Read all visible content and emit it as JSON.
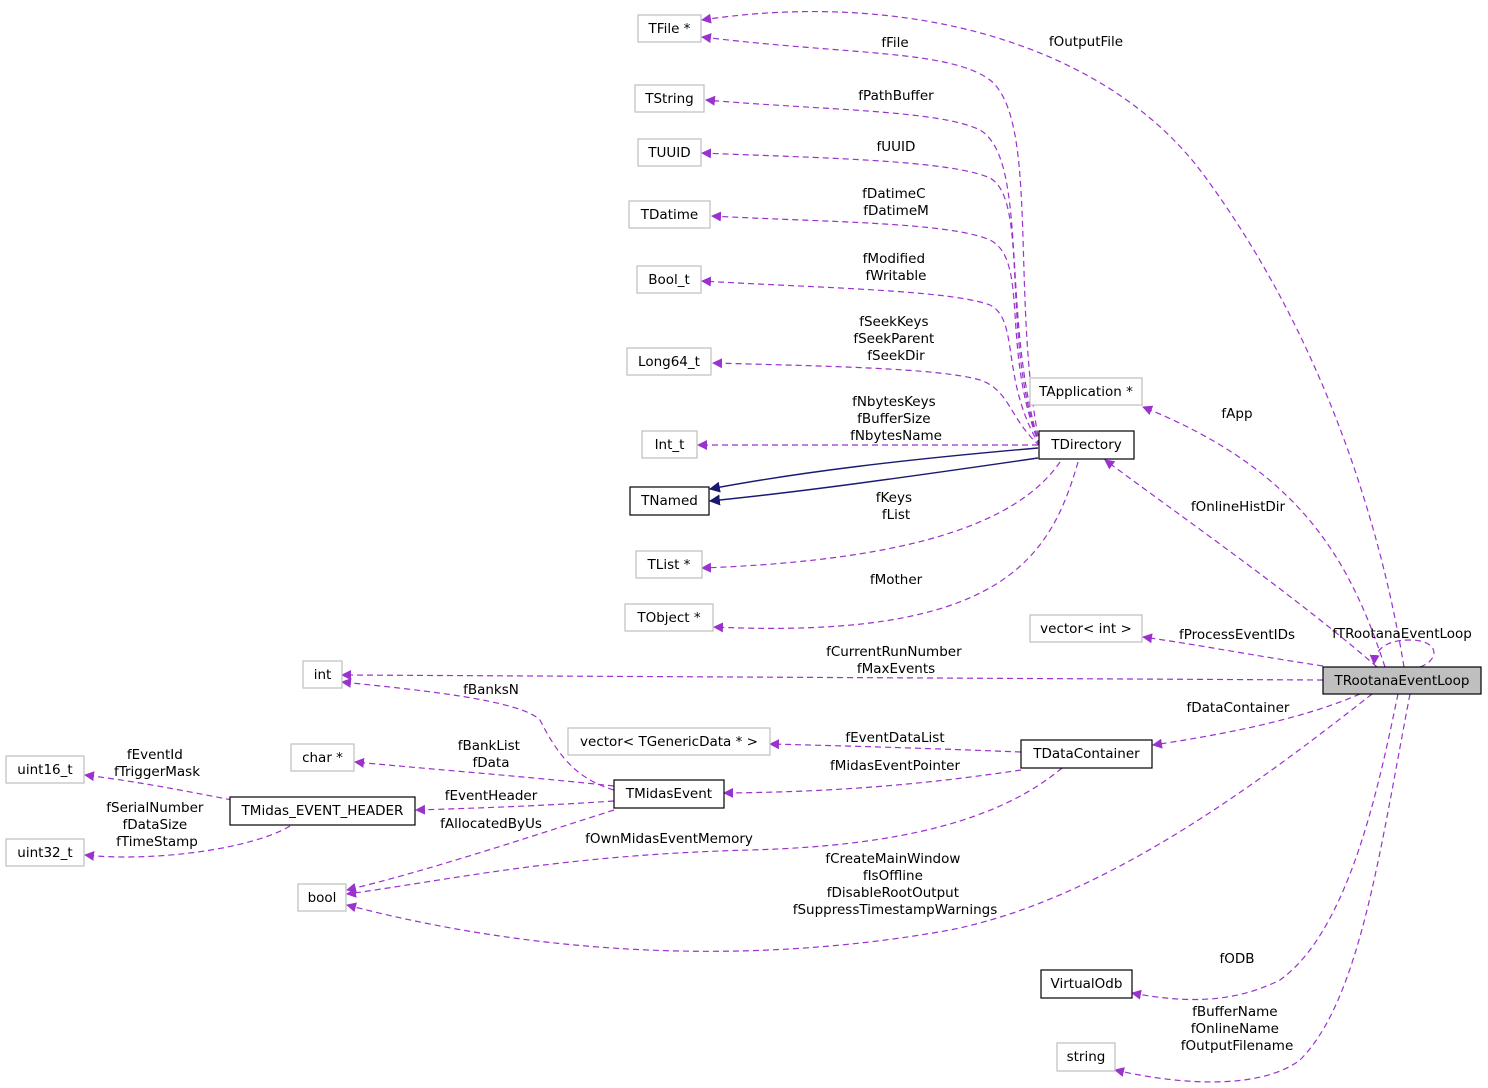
{
  "colors": {
    "usage_edge": "#9a32cd",
    "inheritance_edge": "#191970",
    "focus_node_fill": "#bfbfbf",
    "undocumented_border": "#bfbfbf",
    "documented_border": "#000000"
  },
  "nodes": {
    "tfile": "TFile *",
    "tstring": "TString",
    "tuuid": "TUUID",
    "tdatime": "TDatime",
    "bool_t": "Bool_t",
    "long64_t": "Long64_t",
    "int_t": "Int_t",
    "tnamed": "TNamed",
    "tlist": "TList *",
    "tobject": "TObject *",
    "tdirectory": "TDirectory",
    "tapplication": "TApplication *",
    "vector_int": "vector< int >",
    "trootana": "TRootanaEventLoop",
    "int": "int",
    "vector_tgeneric": "vector< TGenericData * >",
    "tdatacontainer": "TDataContainer",
    "char": "char *",
    "uint16": "uint16_t",
    "uint32": "uint32_t",
    "tmidas_header": "TMidas_EVENT_HEADER",
    "tmidasevent": "TMidasEvent",
    "bool": "bool",
    "virtualodb": "VirtualOdb",
    "string": "string"
  },
  "edge_labels": {
    "foutputfile": [
      "fOutputFile"
    ],
    "ffile": [
      "fFile"
    ],
    "fpathbuffer": [
      "fPathBuffer"
    ],
    "fuuid": [
      "fUUID"
    ],
    "fdatime": [
      "fDatimeC",
      "fDatimeM"
    ],
    "fmodified": [
      "fModified",
      "fWritable"
    ],
    "fseek": [
      "fSeekKeys",
      "fSeekParent",
      "fSeekDir"
    ],
    "fnbytes": [
      "fNbytesKeys",
      "fBufferSize",
      "fNbytesName"
    ],
    "fkeys": [
      "fKeys",
      "fList"
    ],
    "fmother": [
      "fMother"
    ],
    "fapp": [
      "fApp"
    ],
    "fonlinehistdir": [
      "fOnlineHistDir"
    ],
    "fprocesseventids": [
      "fProcessEventIDs"
    ],
    "ftrootana": [
      "fTRootanaEventLoop"
    ],
    "fcurrentrun": [
      "fCurrentRunNumber",
      "fMaxEvents"
    ],
    "fbanksn": [
      "fBanksN"
    ],
    "fdatacontainer": [
      "fDataContainer"
    ],
    "feventdatalist": [
      "fEventDataList"
    ],
    "fmidaseventpointer": [
      "fMidasEventPointer"
    ],
    "fbanklist": [
      "fBankList",
      "fData"
    ],
    "feventheader": [
      "fEventHeader"
    ],
    "feventid": [
      "fEventId",
      "fTriggerMask"
    ],
    "fserial": [
      "fSerialNumber",
      "fDataSize",
      "fTimeStamp"
    ],
    "fallocated": [
      "fAllocatedByUs"
    ],
    "fownmidas": [
      "fOwnMidasEventMemory"
    ],
    "fcreatemain": [
      "fCreateMainWindow",
      "fIsOffline",
      "fDisableRootOutput",
      "fSuppressTimestampWarnings"
    ],
    "fodb": [
      "fODB"
    ],
    "fbuffername": [
      "fBufferName",
      "fOnlineName",
      "fOutputFilename"
    ]
  }
}
